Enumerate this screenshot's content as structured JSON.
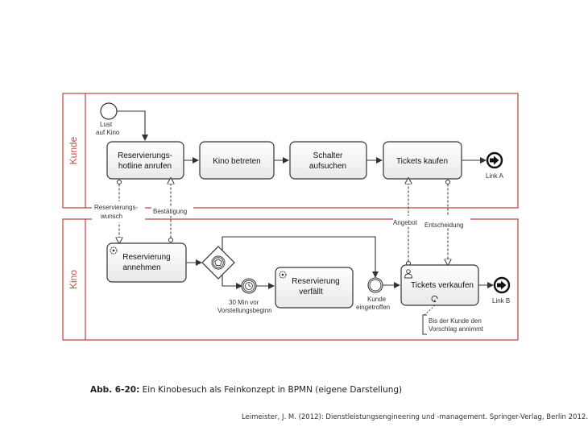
{
  "pools": {
    "kunde": "Kunde",
    "kino": "Kino"
  },
  "events": {
    "start_label_1": "Lust",
    "start_label_2": "auf Kino",
    "link_a": "Link A",
    "link_b": "Link B",
    "timer_label_1": "30 Min vor",
    "timer_label_2": "Vorstellungsbeginn",
    "arrived_label_1": "Kunde",
    "arrived_label_2": "eingetroffen"
  },
  "tasks": {
    "reservation_hotline_1": "Reservierungs-",
    "reservation_hotline_2": "hotline anrufen",
    "enter_cinema": "Kino betreten",
    "counter_1": "Schalter",
    "counter_2": "aufsuchen",
    "buy_tickets": "Tickets kaufen",
    "accept_reservation_1": "Reservierung",
    "accept_reservation_2": "annehmen",
    "reservation_expires_1": "Reservierung",
    "reservation_expires_2": "verfällt",
    "sell_tickets": "Tickets verkaufen"
  },
  "messages": {
    "wish_1": "Reservierungs-",
    "wish_2": "wunsch",
    "confirmation": "Bestätigung",
    "offer": "Angebot",
    "decision": "Entscheidung"
  },
  "annotation": {
    "line_1": "Bis der Kunde den",
    "line_2": "Vorschlag annimmt"
  },
  "caption": {
    "figure_label": "Abb. 6-20:",
    "text": "Ein Kinobesuch als Feinkonzept in BPMN (eigene Darstellung)"
  },
  "source": "Leimeister, J. M. (2012): Dienstleistungsengineering und -management. Springer-Verlag, Berlin 2012."
}
